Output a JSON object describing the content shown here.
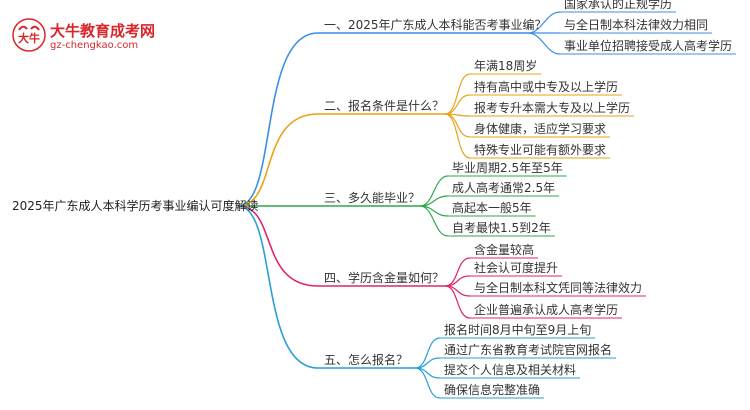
{
  "logo": {
    "cn": "大牛教育成考网",
    "url": "gz-chengkao.com",
    "mark": "大牛"
  },
  "root": "2025年广东成人本科学历考事业编认可度解读",
  "branches": [
    {
      "label": "一、2025年广东成人本科能否考事业编？",
      "color": "#3b8ee8",
      "children": [
        "国家承认的正规学历",
        "与全日制本科法律效力相同",
        "事业单位招聘接受成人高考学历"
      ]
    },
    {
      "label": "二、报名条件是什么？",
      "color": "#e8a317",
      "children": [
        "年满18周岁",
        "持有高中或中专及以上学历",
        "报考专升本需大专及以上学历",
        "身体健康，适应学习要求",
        "特殊专业可能有额外要求"
      ]
    },
    {
      "label": "三、多久能毕业？",
      "color": "#2ea84a",
      "children": [
        "毕业周期2.5年至5年",
        "成人高考通常2.5年",
        "高起本一般5年",
        "自考最快1.5到2年"
      ]
    },
    {
      "label": "四、学历含金量如何？",
      "color": "#e0246e",
      "children": [
        "含金量较高",
        "社会认可度提升",
        "与全日制本科文凭同等法律效力",
        "企业普遍承认成人高考学历"
      ]
    },
    {
      "label": "五、怎么报名？",
      "color": "#2a9fd6",
      "children": [
        "报名时间8月中旬至9月上旬",
        "通过广东省教育考试院官网报名",
        "提交个人信息及相关材料",
        "确保信息完整准确"
      ]
    }
  ]
}
